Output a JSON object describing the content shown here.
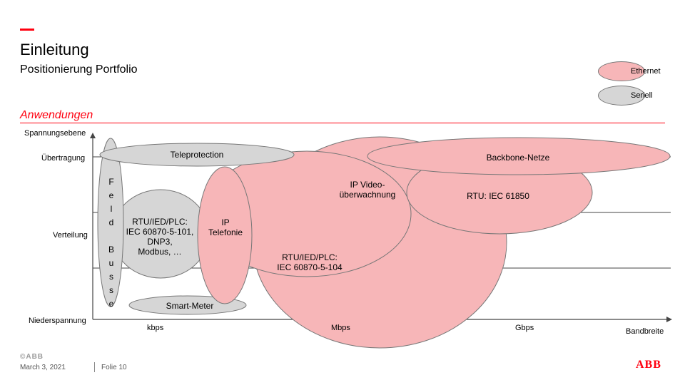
{
  "header": {
    "title": "Einleitung",
    "subtitle": "Positionierung Portfolio",
    "section": "Anwendungen"
  },
  "legend": [
    {
      "label": "Ethernet",
      "color": "#f7b6b8"
    },
    {
      "label": "Seriell",
      "color": "#d6d6d6"
    }
  ],
  "axes": {
    "y_title": "Spannungsebene",
    "y_levels": [
      "Übertragung",
      "Verteilung",
      "Niederspannung"
    ],
    "x_title": "Bandbreite",
    "x_ticks": [
      "kbps",
      "Mbps",
      "Gbps"
    ]
  },
  "nodes": {
    "feldbus": [
      "F",
      "e",
      "l",
      "d",
      "B",
      "u",
      "s",
      "s",
      "e"
    ],
    "teleprotection": "Teleprotection",
    "backbone": "Backbone-Netze",
    "ip_video": [
      "IP Video-",
      "überwachnung"
    ],
    "rtu_61850": "RTU: IEC 61850",
    "rtu_101": [
      "RTU/IED/PLC:",
      "IEC 60870-5-101,",
      "DNP3,",
      "Modbus, …"
    ],
    "ip_telefonie": [
      "IP",
      "Telefonie"
    ],
    "rtu_104": [
      "RTU/IED/PLC:",
      "IEC 60870-5-104"
    ],
    "smart_meter": "Smart-Meter"
  },
  "footer": {
    "brand_small": "©ABB",
    "date": "March 3, 2021",
    "page": "Folie 10",
    "logo": "ABB"
  }
}
